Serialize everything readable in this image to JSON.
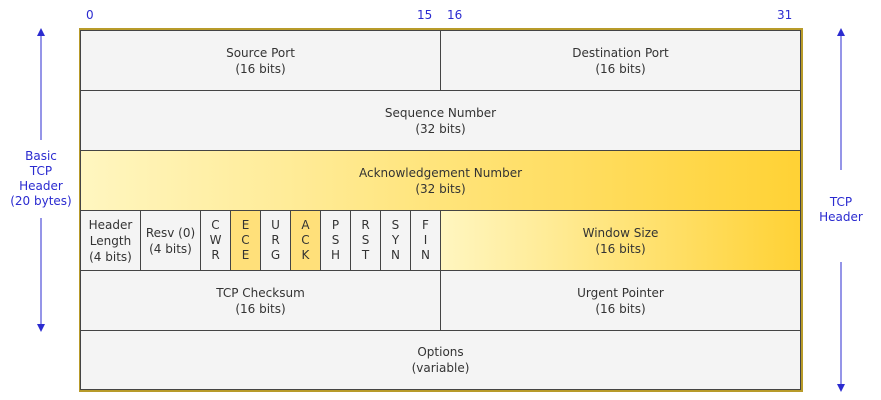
{
  "bit_numbers": [
    "0",
    "15",
    "16",
    "31"
  ],
  "rows": {
    "source_port": {
      "name": "Source Port",
      "size": "(16 bits)"
    },
    "destination_port": {
      "name": "Destination Port",
      "size": "(16 bits)"
    },
    "sequence_number": {
      "name": "Sequence Number",
      "size": "(32 bits)"
    },
    "ack_number": {
      "name": "Acknowledgement Number",
      "size": "(32 bits)"
    },
    "header_length": {
      "line1": "Header",
      "line2": "Length",
      "size": "(4 bits)"
    },
    "reserved": {
      "name": "Resv (0)",
      "size": "(4 bits)"
    },
    "window_size": {
      "name": "Window Size",
      "size": "(16 bits)"
    },
    "tcp_checksum": {
      "name": "TCP Checksum",
      "size": "(16 bits)"
    },
    "urgent_pointer": {
      "name": "Urgent Pointer",
      "size": "(16 bits)"
    },
    "options": {
      "name": "Options",
      "size": "(variable)"
    }
  },
  "flags": [
    {
      "letters": [
        "C",
        "W",
        "R"
      ],
      "highlighted": false
    },
    {
      "letters": [
        "E",
        "C",
        "E"
      ],
      "highlighted": true
    },
    {
      "letters": [
        "U",
        "R",
        "G"
      ],
      "highlighted": false
    },
    {
      "letters": [
        "A",
        "C",
        "K"
      ],
      "highlighted": true
    },
    {
      "letters": [
        "P",
        "S",
        "H"
      ],
      "highlighted": false
    },
    {
      "letters": [
        "R",
        "S",
        "T"
      ],
      "highlighted": false
    },
    {
      "letters": [
        "S",
        "Y",
        "N"
      ],
      "highlighted": false
    },
    {
      "letters": [
        "F",
        "I",
        "N"
      ],
      "highlighted": false
    }
  ],
  "left_label": [
    "Basic",
    "TCP",
    "Header",
    "(20 bytes)"
  ],
  "right_label": [
    "TCP",
    "Header"
  ],
  "colors": {
    "accent_blue": "#2b2bd0",
    "gold_start": "#fff6c0",
    "gold_end": "#ffd235",
    "flag_highlight": "#ffe07a",
    "frame_border": "#b89b2a"
  }
}
